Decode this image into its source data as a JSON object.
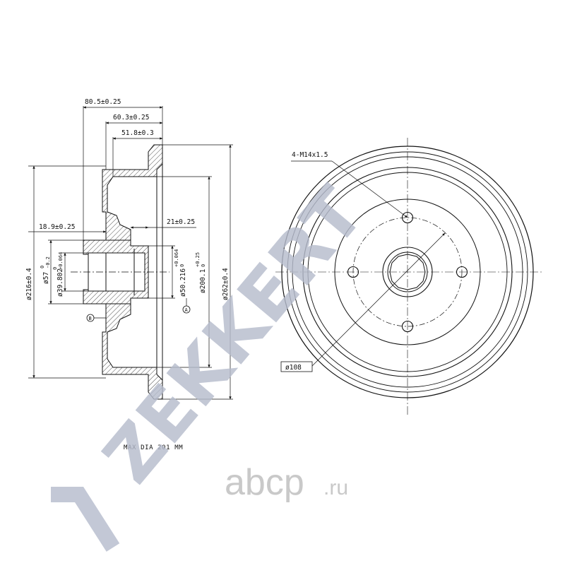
{
  "dimensions": {
    "d_80_5": "80.5±0.25",
    "d_60_3": "60.3±0.25",
    "d_51_8": "51.8±0.3",
    "d_18_9": "18.9±0.25",
    "d_21": "21±0.25",
    "dia_216": "ø216±0.4",
    "dia_57": "ø57",
    "dia_57_tol": "-0.2",
    "dia_57_tol0": "0",
    "dia_39": "ø39.802",
    "dia_39_tol": "+0.064",
    "dia_39_tol0": "0",
    "dia_50": "ø50.216",
    "dia_50_tol": "+0.064",
    "dia_50_tol0": "0",
    "dia_200": "ø200.1",
    "dia_200_tol": "+0.25",
    "dia_200_tol0": "0",
    "dia_262": "ø262±0.4",
    "bolt": "4-M14x1.5",
    "pcd": "ø108"
  },
  "markers": {
    "datum_b": "B",
    "datum_a": "A"
  },
  "notes": {
    "max_dia": "MAX DIA 201 MM"
  },
  "watermarks": {
    "brand": "ZEKKERT",
    "site": "abcp",
    "site_tld": ".ru"
  },
  "colors": {
    "line": "#111111",
    "watermark": "#b6bccd",
    "site_mark": "#c9c9c9"
  }
}
